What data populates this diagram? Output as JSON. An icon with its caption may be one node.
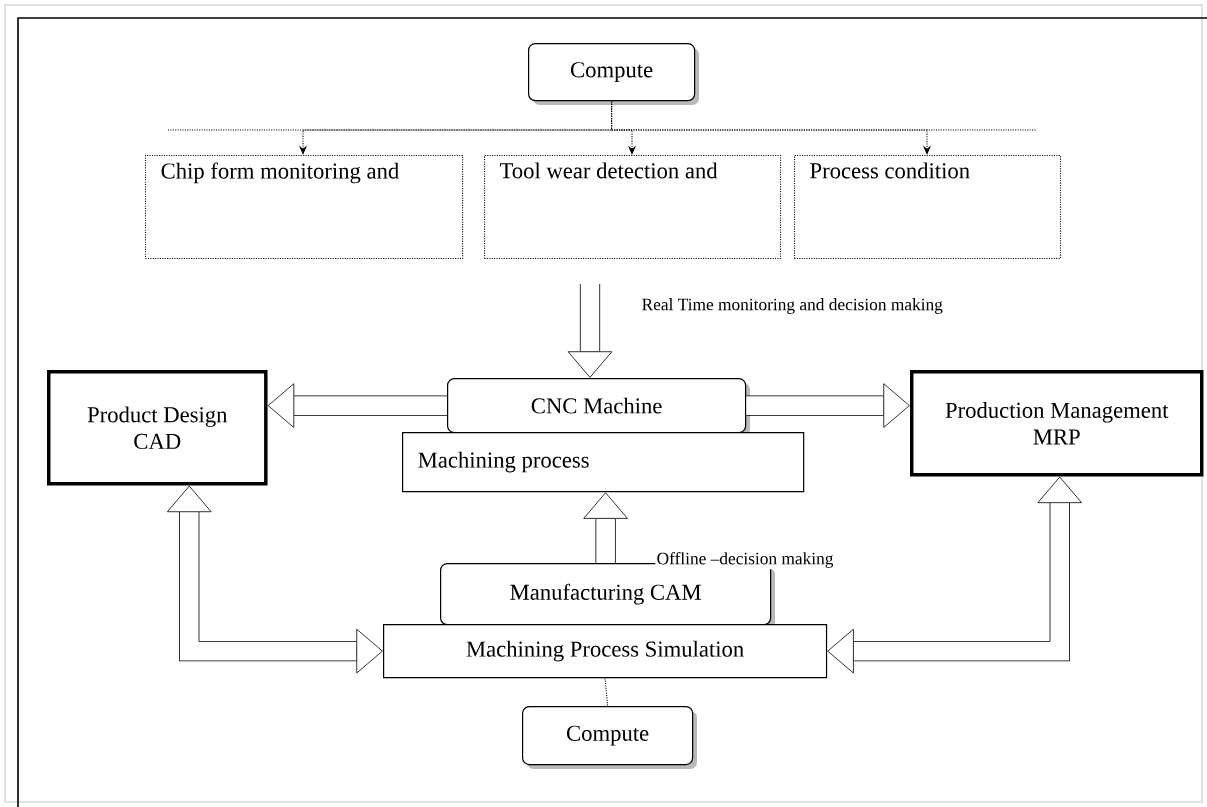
{
  "diagram": {
    "nodes": [
      {
        "text": [
          "Compute"
        ]
      },
      {
        "text": [
          "Chip form monitoring and"
        ]
      },
      {
        "text": [
          "Tool wear detection and"
        ]
      },
      {
        "text": [
          "Process condition"
        ]
      },
      {
        "text": [
          "Product Design CAD"
        ]
      },
      {
        "text": [
          "CNC Machine"
        ]
      },
      {
        "text": [
          "Machining process"
        ]
      },
      {
        "text": [
          "Production Management MRP"
        ]
      },
      {
        "text": [
          "Manufacturing CAM"
        ]
      },
      {
        "text": [
          "Machining Process Simulation"
        ]
      },
      {
        "text": [
          "Compute"
        ]
      }
    ],
    "edges": [
      {
        "from": 0,
        "to": 1,
        "arrow": "to",
        "style": "dashed"
      },
      {
        "from": 0,
        "to": 2,
        "arrow": "to",
        "style": "dashed"
      },
      {
        "from": 0,
        "to": 3,
        "arrow": "to",
        "style": "dashed"
      },
      {
        "from": null,
        "to": 5,
        "arrow": "to",
        "label": "Real Time monitoring and decision making"
      },
      {
        "from": 5,
        "to": 4,
        "arrow": "to"
      },
      {
        "from": 5,
        "to": 7,
        "arrow": "to"
      },
      {
        "from": 8,
        "to": 6,
        "arrow": "to",
        "label": "Offline –decision making"
      },
      {
        "from": 4,
        "to": 9,
        "arrow": "both"
      },
      {
        "from": 7,
        "to": 9,
        "arrow": "both"
      },
      {
        "from": 9,
        "to": 10,
        "arrow": "none",
        "style": "dashed"
      }
    ]
  }
}
